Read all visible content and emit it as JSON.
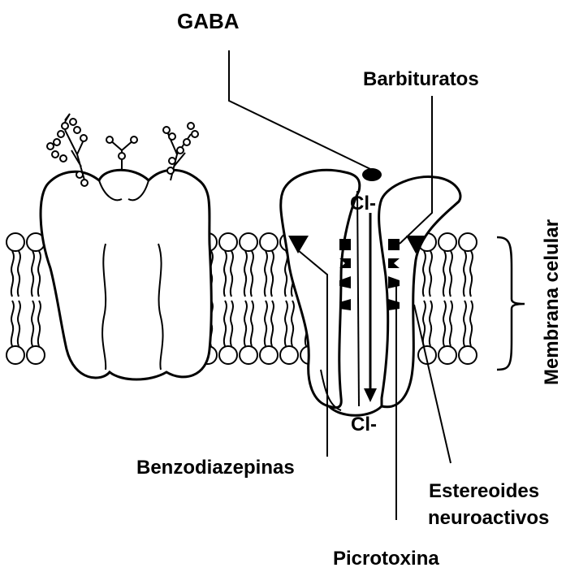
{
  "labels": {
    "gaba": "GABA",
    "barbiturates": "Barbituratos",
    "membrane": "Membrana celular",
    "cl_top": "Cl-",
    "cl_bottom": "Cl-",
    "benzodiazepines": "Benzodiazepinas",
    "steroids_line1": "Estereoides",
    "steroids_line2": "neuroactivos",
    "picrotoxin": "Picrotoxina"
  },
  "colors": {
    "ink": "#000000",
    "paper": "#ffffff"
  }
}
